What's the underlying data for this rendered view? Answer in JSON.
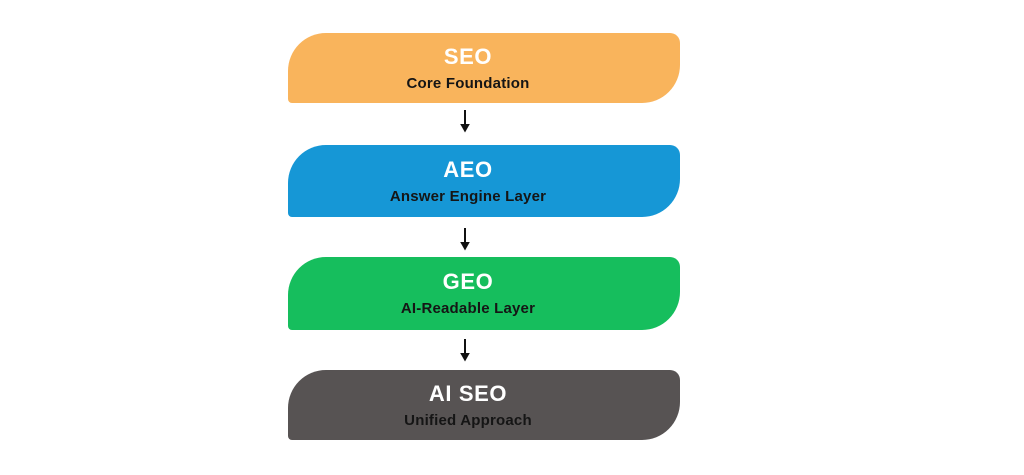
{
  "canvas": {
    "background": "#FFFFFF"
  },
  "diagram": {
    "title_color": "#FFFFFF",
    "subtitle_color": "#151515",
    "connector": {
      "icon": "down-arrow",
      "color": "#111111"
    },
    "layers": [
      {
        "title": "SEO",
        "subtitle": "Core Foundation",
        "color": "#F9B45C"
      },
      {
        "title": "AEO",
        "subtitle": "Answer Engine Layer",
        "color": "#1697D6"
      },
      {
        "title": "GEO",
        "subtitle": "AI-Readable Layer",
        "color": "#16BE5D"
      },
      {
        "title": "AI SEO",
        "subtitle": "Unified Approach",
        "color": "#575353"
      }
    ]
  }
}
